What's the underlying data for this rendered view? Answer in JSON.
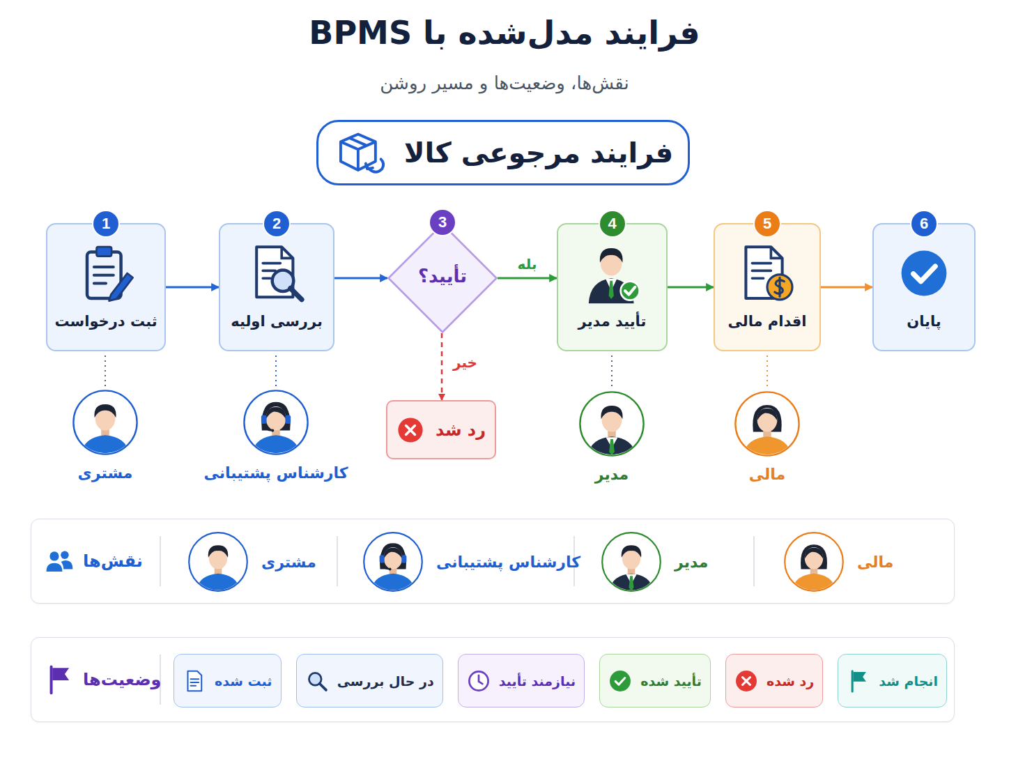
{
  "diagram": {
    "title": "فرایند مدل‌شده با BPMS",
    "caption": "نقش‌ها، وضعیت‌ها و مسیر روشن",
    "nodes": [
      {
        "text": [
          "فرایند مرجوعی کالا"
        ]
      },
      {
        "text": [
          "1",
          "ثبت درخواست"
        ]
      },
      {
        "text": [
          "2",
          "بررسی اولیه"
        ]
      },
      {
        "text": [
          "3",
          "تأیید؟"
        ]
      },
      {
        "text": [
          "4",
          "تأیید مدیر"
        ]
      },
      {
        "text": [
          "5",
          "اقدام مالی"
        ]
      },
      {
        "text": [
          "6",
          "پایان"
        ]
      },
      {
        "text": [
          "رد شد"
        ]
      },
      {
        "text": [
          "مشتری"
        ]
      },
      {
        "text": [
          "کارشناس پشتیبانی"
        ]
      },
      {
        "text": [
          "مدیر"
        ]
      },
      {
        "text": [
          "مالی"
        ]
      },
      {
        "text": [
          "نقش‌ها"
        ]
      },
      {
        "text": [
          "مشتری"
        ],
        "in": 12
      },
      {
        "text": [
          "کارشناس پشتیبانی"
        ],
        "in": 12
      },
      {
        "text": [
          "مدیر"
        ],
        "in": 12
      },
      {
        "text": [
          "مالی"
        ],
        "in": 12
      },
      {
        "text": [
          "وضعیت‌ها"
        ]
      },
      {
        "text": [
          "ثبت شده"
        ],
        "in": 17
      },
      {
        "text": [
          "در حال بررسی"
        ],
        "in": 17
      },
      {
        "text": [
          "نیازمند تأیید"
        ],
        "in": 17
      },
      {
        "text": [
          "تأیید شده"
        ],
        "in": 17
      },
      {
        "text": [
          "رد شده"
        ],
        "in": 17
      },
      {
        "text": [
          "انجام شد"
        ],
        "in": 17
      }
    ],
    "edges": [
      {
        "from": 1,
        "to": 2,
        "arrow": "to"
      },
      {
        "from": 2,
        "to": 3,
        "arrow": "to"
      },
      {
        "from": 3,
        "to": 4,
        "label": "بله",
        "arrow": "to"
      },
      {
        "from": 4,
        "to": 5,
        "arrow": "to"
      },
      {
        "from": 5,
        "to": 6,
        "arrow": "to"
      },
      {
        "from": 3,
        "to": 7,
        "label": "خیر",
        "arrow": "to"
      },
      {
        "from": 1,
        "to": 8,
        "arrow": "none"
      },
      {
        "from": 2,
        "to": 9,
        "arrow": "none"
      },
      {
        "from": 4,
        "to": 10,
        "arrow": "none"
      },
      {
        "from": 5,
        "to": 11,
        "arrow": "none"
      }
    ]
  }
}
